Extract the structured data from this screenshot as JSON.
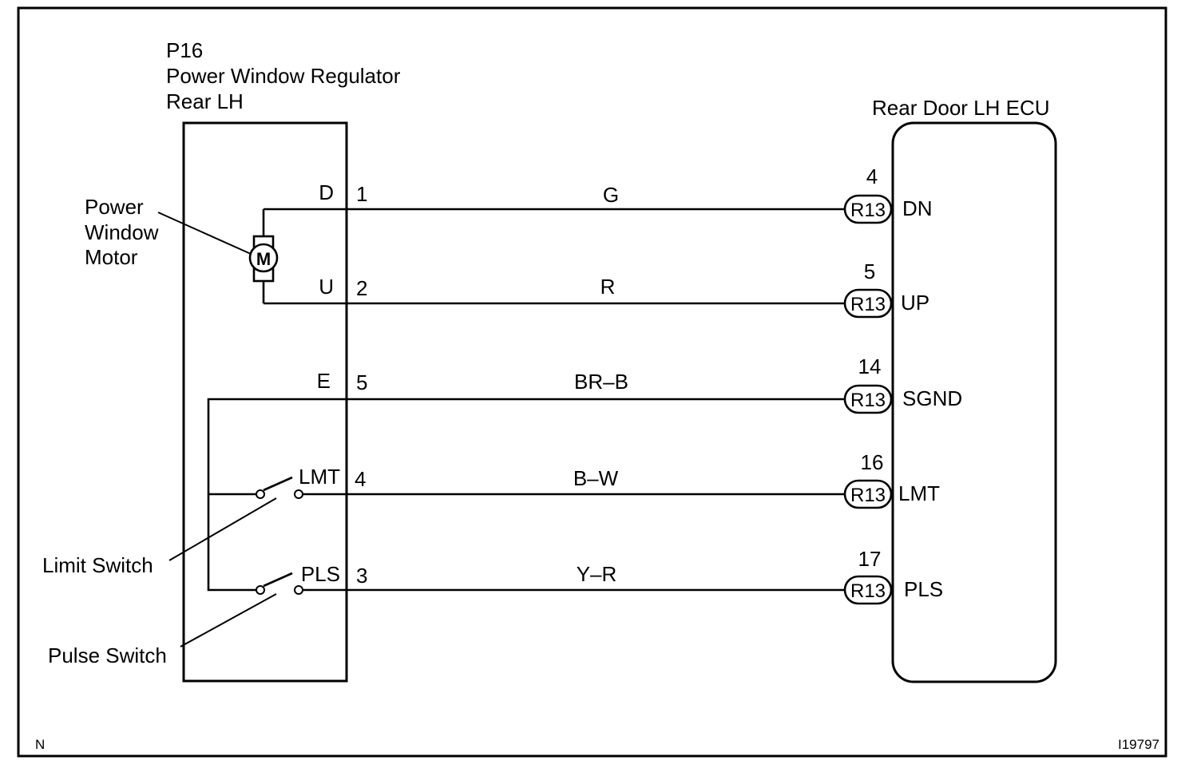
{
  "regulator": {
    "connector_id": "P16",
    "title_line1": "Power Window Regulator",
    "title_line2": "Rear LH"
  },
  "ecu": {
    "title": "Rear Door LH ECU"
  },
  "components": {
    "motor_label": [
      "Power",
      "Window",
      "Motor"
    ],
    "motor_symbol": "M",
    "limit_switch": "Limit Switch",
    "pulse_switch": "Pulse Switch"
  },
  "circuits": [
    {
      "reg_terminal": "D",
      "reg_pin": "1",
      "wire_color": "G",
      "ecu_connector": "R13",
      "ecu_pin": "4",
      "ecu_terminal": "DN"
    },
    {
      "reg_terminal": "U",
      "reg_pin": "2",
      "wire_color": "R",
      "ecu_connector": "R13",
      "ecu_pin": "5",
      "ecu_terminal": "UP"
    },
    {
      "reg_terminal": "E",
      "reg_pin": "5",
      "wire_color": "BR–B",
      "ecu_connector": "R13",
      "ecu_pin": "14",
      "ecu_terminal": "SGND"
    },
    {
      "reg_terminal": "LMT",
      "reg_pin": "4",
      "wire_color": "B–W",
      "ecu_connector": "R13",
      "ecu_pin": "16",
      "ecu_terminal": "LMT"
    },
    {
      "reg_terminal": "PLS",
      "reg_pin": "3",
      "wire_color": "Y–R",
      "ecu_connector": "R13",
      "ecu_pin": "17",
      "ecu_terminal": "PLS"
    }
  ],
  "footer": {
    "corner_mark": "N",
    "figure_id": "I19797"
  }
}
